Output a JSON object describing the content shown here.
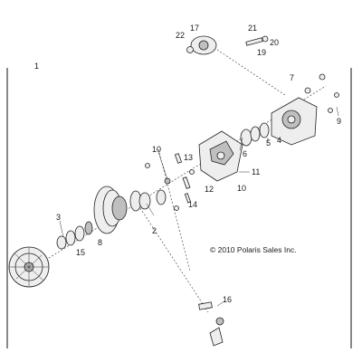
{
  "diagram": {
    "callouts": {
      "c1": "1",
      "c2": "2",
      "c3": "3",
      "c4": "4",
      "c5": "5",
      "c6": "6",
      "c7": "7",
      "c8": "8",
      "c9": "9",
      "c10a": "10",
      "c10b": "10",
      "c11": "11",
      "c12": "12",
      "c13": "13",
      "c14": "14",
      "c15": "15",
      "c16": "16",
      "c17": "17",
      "c19": "19",
      "c20": "20",
      "c21": "21",
      "c22": "22"
    },
    "copyright": "© 2010 Polaris Sales Inc."
  }
}
